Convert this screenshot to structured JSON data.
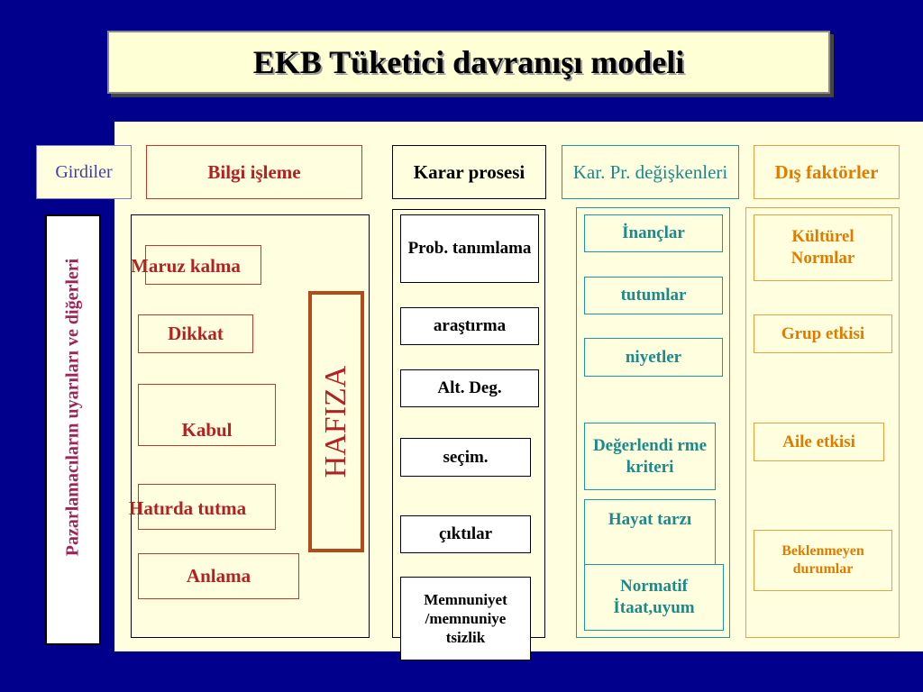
{
  "title": "EKB Tüketici davranışı modeli",
  "columns": {
    "girdiler": "Girdiler",
    "bilgi": "Bilgi işleme",
    "karar": "Karar prosesi",
    "kar_pr": "Kar. Pr. değişkenleri",
    "dis": "Dış faktörler"
  },
  "vertical_label": "Pazarlamacıların uyarıları ve diğerleri",
  "memory_label": "HAFIZA",
  "bilgi_items": [
    "Maruz kalma",
    "Dikkat",
    "Kabul",
    "Hatırda tutma",
    "Anlama"
  ],
  "karar_items": [
    "Prob. tanımlama",
    "araştırma",
    "Alt. Deg.",
    "seçim.",
    "çıktılar",
    "Memnuniyet /memnuniye tsizlik"
  ],
  "kar_pr_items": [
    "İnançlar",
    "tutumlar",
    "niyetler",
    "Değerlendi rme kriteri",
    "Hayat tarzı",
    "Normatif İtaat,uyum"
  ],
  "dis_items": [
    "Kültürel Normlar",
    "Grup etkisi",
    "Aile etkisi",
    "Beklenmeyen durumlar"
  ],
  "colors": {
    "background": "#00008c",
    "panel": "#ffffe0",
    "red": "#b22222",
    "teal": "#1a8a8a",
    "orange": "#e07b00"
  }
}
